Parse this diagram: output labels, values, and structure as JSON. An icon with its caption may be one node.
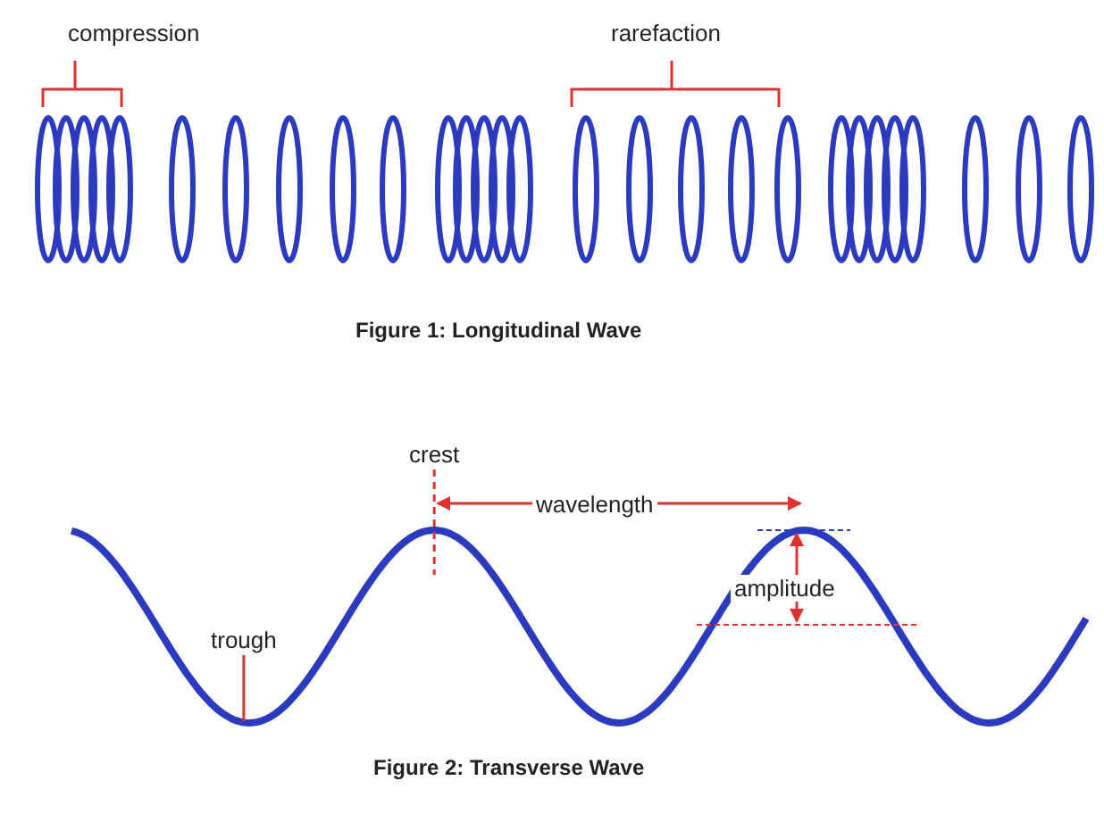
{
  "diagram": {
    "nodes": [
      {
        "text": [
          "crest"
        ]
      },
      {
        "text": [
          "trough"
        ]
      }
    ],
    "edges": [
      {
        "from": 0,
        "to": null,
        "arrow": "none",
        "style": "dashed"
      },
      {
        "from": 1,
        "to": null,
        "arrow": "none"
      }
    ],
    "labels": [
      "compression",
      "rarefaction",
      "Figure 1: Longitudinal Wave",
      "wavelength",
      "amplitude",
      "Figure 2: Transverse Wave"
    ]
  }
}
